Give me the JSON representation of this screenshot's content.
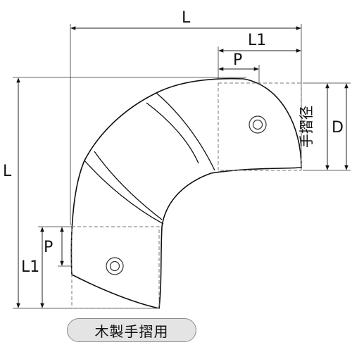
{
  "labels": {
    "overall_length": "L",
    "leg_length": "L1",
    "pitch": "P",
    "rail_diameter_label": "手摺径",
    "diameter": "D"
  },
  "caption": "木製手摺用"
}
